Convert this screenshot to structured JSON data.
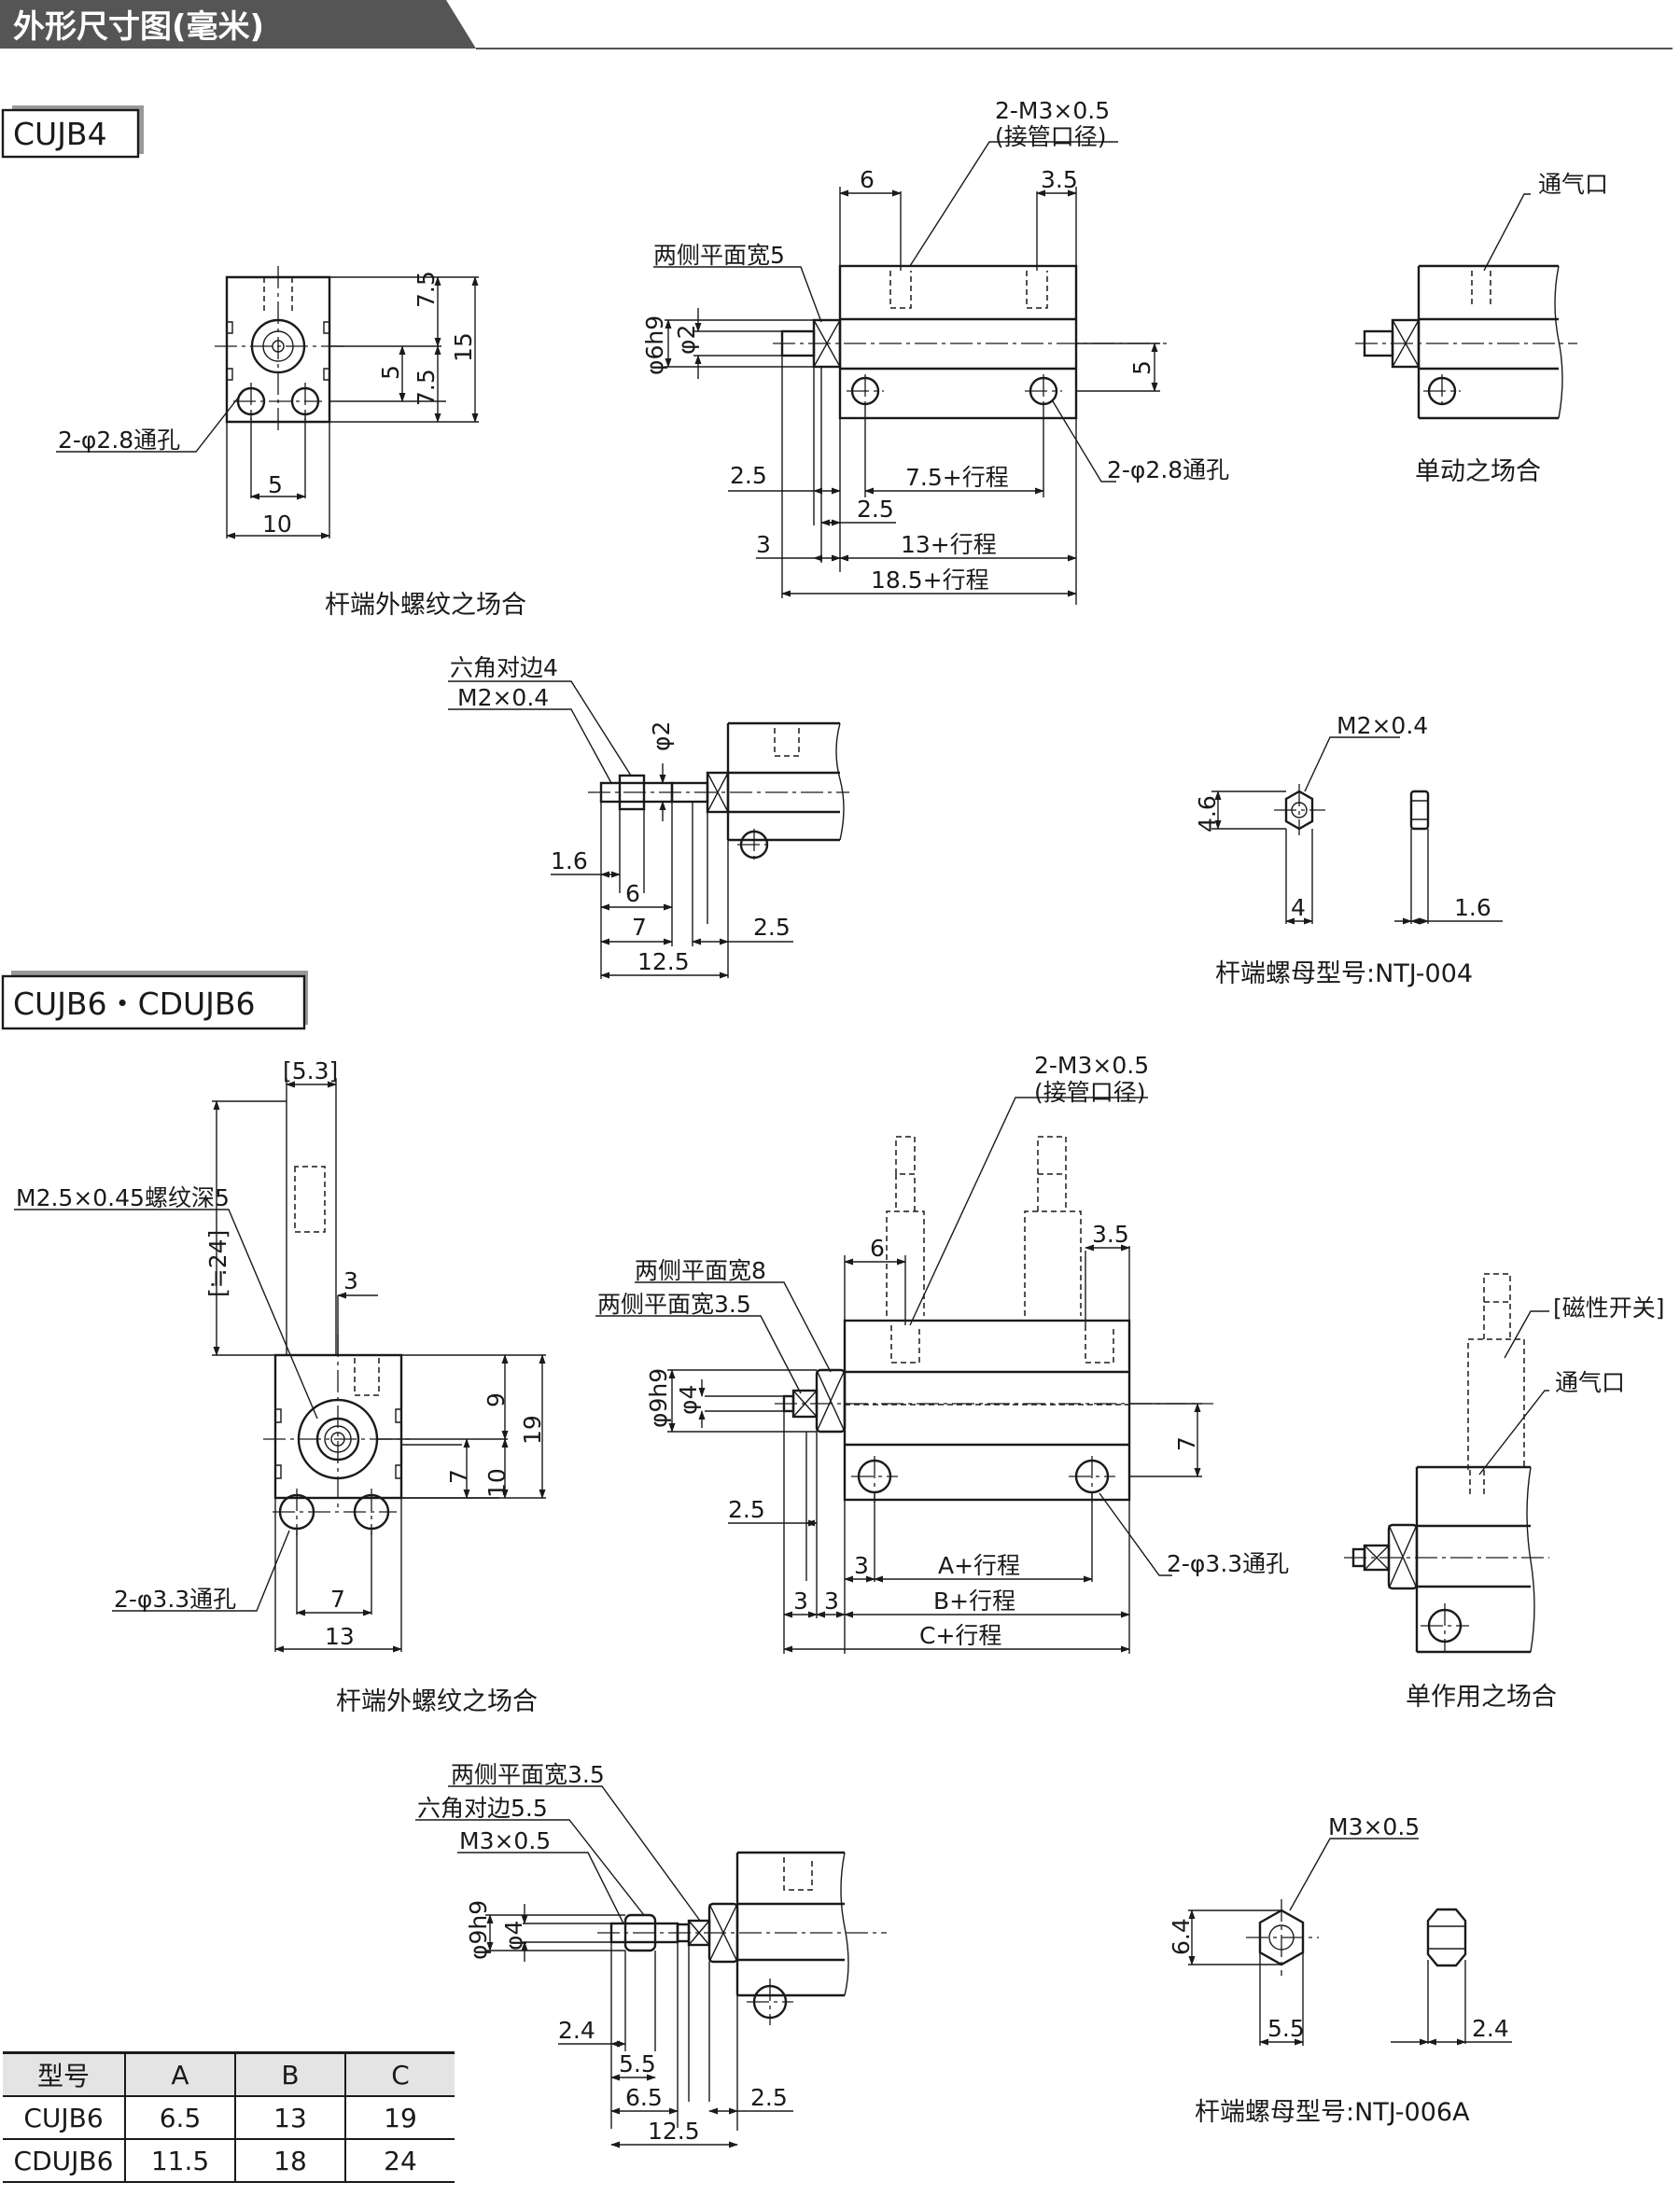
{
  "header": {
    "title": "外形尺寸图(毫米)"
  },
  "sections": {
    "s1": "CUJB4",
    "s2": "CUJB6・CDUJB6"
  },
  "d1": {
    "dim_75a": "7.5",
    "dim_15": "15",
    "dim_5v": "5",
    "dim_75b": "7.5",
    "hole": "2-φ2.8通孔",
    "dim_5h": "5",
    "dim_10": "10",
    "caption": "杆端外螺纹之场合"
  },
  "d2": {
    "port": "2-M3×0.5",
    "port_sub": "(接管口径)",
    "dim_6": "6",
    "dim_35": "3.5",
    "flat": "两侧平面宽5",
    "phi6": "φ6h9",
    "phi2": "φ2",
    "dim_5": "5",
    "dim_25a": "2.5",
    "stroke75": "7.5+行程",
    "hole": "2-φ2.8通孔",
    "dim_25b": "2.5",
    "dim_3": "3",
    "stroke13": "13+行程",
    "stroke185": "18.5+行程"
  },
  "d3": {
    "vent": "通气口",
    "caption": "单动之场合"
  },
  "d4": {
    "hex": "六角对边4",
    "thread": "M2×0.4",
    "phi2": "φ2",
    "dim_16": "1.6",
    "dim_6": "6",
    "dim_7": "7",
    "dim_25": "2.5",
    "dim_125": "12.5"
  },
  "d5": {
    "thread": "M2×0.4",
    "dim_46": "4.6",
    "dim_4": "4",
    "dim_16": "1.6",
    "caption": "杆端螺母型号:NTJ-004"
  },
  "d6": {
    "dim_53": "[5.3]",
    "thread": "M2.5×0.45螺纹深5",
    "dim_24": "[≒24]",
    "dim_3": "3",
    "dim_9": "9",
    "dim_19": "19",
    "dim_7v": "7",
    "dim_10": "10",
    "hole": "2-φ3.3通孔",
    "dim_7h": "7",
    "dim_13": "13",
    "caption": "杆端外螺纹之场合"
  },
  "d7": {
    "port": "2-M3×0.5",
    "port_sub": "(接管口径)",
    "dim_6": "6",
    "dim_35": "3.5",
    "flat8": "两侧平面宽8",
    "flat35": "两侧平面宽3.5",
    "phi9": "φ9h9",
    "phi4": "φ4",
    "dim_7": "7",
    "dim_25": "2.5",
    "dim_3a": "3",
    "strokeA": "A+行程",
    "hole": "2-φ3.3通孔",
    "dim_3b": "3",
    "dim_3c": "3",
    "strokeB": "B+行程",
    "strokeC": "C+行程"
  },
  "d8": {
    "switch": "[磁性开关]",
    "vent": "通气口",
    "caption": "单作用之场合"
  },
  "d9": {
    "flat": "两侧平面宽3.5",
    "hex": "六角对边5.5",
    "thread": "M3×0.5",
    "phi9": "φ9h9",
    "phi4": "φ4",
    "dim_24": "2.4",
    "dim_55": "5.5",
    "dim_65": "6.5",
    "dim_25": "2.5",
    "dim_125": "12.5"
  },
  "d10": {
    "thread": "M3×0.5",
    "dim_64": "6.4",
    "dim_55": "5.5",
    "dim_24": "2.4",
    "caption": "杆端螺母型号:NTJ-006A"
  },
  "table": {
    "headers": [
      "型号",
      "A",
      "B",
      "C"
    ],
    "rows": [
      [
        "CUJB6",
        "6.5",
        "13",
        "19"
      ],
      [
        "CDUJB6",
        "11.5",
        "18",
        "24"
      ]
    ]
  }
}
